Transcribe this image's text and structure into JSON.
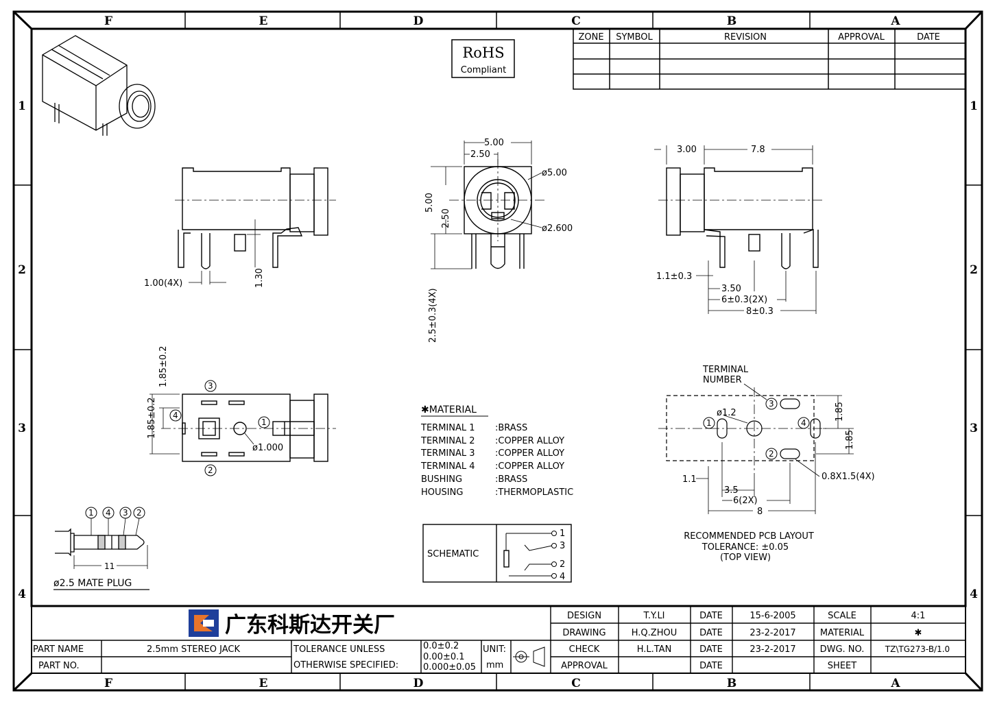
{
  "border": {
    "columns": [
      "F",
      "E",
      "D",
      "C",
      "B",
      "A"
    ],
    "rows": [
      "1",
      "2",
      "3",
      "4"
    ]
  },
  "revision_table": {
    "headers": [
      "ZONE",
      "SYMBOL",
      "REVISION",
      "APPROVAL",
      "DATE"
    ]
  },
  "rohs": {
    "line1": "RoHS",
    "line2": "Compliant"
  },
  "front_view": {
    "dims": {
      "width": "5.00",
      "half_width": "2.50",
      "height": "5.00",
      "half_height": "2.50",
      "outer_dia": "ø5.00",
      "inner_dia": "ø2.600",
      "pin_len": "2.5±0.3(4X)"
    }
  },
  "side_view_left": {
    "dims": {
      "pin_width": "1.00(4X)",
      "offset": "1.30"
    }
  },
  "side_view_right": {
    "dims": {
      "bushing": "3.00",
      "body": "7.8",
      "pin_offset": "1.1±0.3",
      "p1": "3.50",
      "p2": "6±0.3(2X)",
      "p3": "8±0.3"
    }
  },
  "bottom_view": {
    "dims": {
      "d1": "1.85±0.2",
      "d2": "1.85±0.2",
      "hole": "ø1.000"
    },
    "terminals": [
      "3",
      "4",
      "1",
      "2"
    ]
  },
  "material": {
    "title": "✱MATERIAL",
    "items": [
      {
        "name": "TERMINAL 1",
        "value": ":BRASS"
      },
      {
        "name": "TERMINAL 2",
        "value": ":COPPER  ALLOY"
      },
      {
        "name": "TERMINAL 3",
        "value": ":COPPER  ALLOY"
      },
      {
        "name": "TERMINAL 4",
        "value": ":COPPER  ALLOY"
      },
      {
        "name": "BUSHING",
        "value": ":BRASS"
      },
      {
        "name": "HOUSING",
        "value": ":THERMOPLASTIC"
      }
    ]
  },
  "schematic": {
    "label": "SCHEMATIC",
    "pins": [
      "1",
      "3",
      "2",
      "4"
    ]
  },
  "pcb": {
    "terminal_label": "TERMINAL",
    "number_label": "NUMBER",
    "dims": {
      "hole": "ø1.2",
      "v1": "1.85",
      "v2": "1.85",
      "slot": "0.8X1.5(4X)",
      "x0": "1.1",
      "x1": "3.5",
      "x2": "6(2X)",
      "x3": "8"
    },
    "terminals": [
      "3",
      "1",
      "4",
      "2"
    ],
    "caption1": "RECOMMENDED  PCB  LAYOUT",
    "caption2": "TOLERANCE: ±0.05",
    "caption3": "(TOP  VIEW)"
  },
  "plug": {
    "labels": [
      "1",
      "4",
      "3",
      "2"
    ],
    "length": "11",
    "caption": "ø2.5  MATE  PLUG"
  },
  "title_block": {
    "company": "广东科斯达开关厂",
    "part_name_label": "PART  NAME",
    "part_name": "2.5mm  STEREO  JACK",
    "part_no_label": "PART  NO.",
    "tol_line1": "TOLERANCE  UNLESS",
    "tol_line2": "OTHERWISE  SPECIFIED:",
    "tol1": "0.0±0.2",
    "tol2": "0.00±0.1",
    "tol3": "0.000±0.05",
    "unit_label": "UNIT:",
    "unit": "mm",
    "design_label": "DESIGN",
    "design": "T.Y.LI",
    "drawing_label": "DRAWING",
    "drawing": "H.Q.ZHOU",
    "check_label": "CHECK",
    "check": "H.L.TAN",
    "approval_label": "APPROVAL",
    "date_label": "DATE",
    "date1": "15-6-2005",
    "date2": "23-2-2017",
    "date3": "23-2-2017",
    "scale_label": "SCALE",
    "scale": "4:1",
    "material_label": "MATERIAL",
    "material": "✱",
    "dwg_label": "DWG.  NO.",
    "dwg": "TZ\\TG273-B/1.0",
    "sheet_label": "SHEET"
  }
}
